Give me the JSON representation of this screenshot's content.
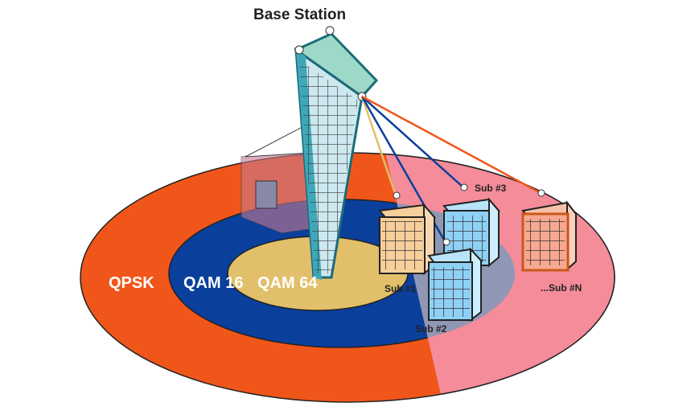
{
  "title": "Base Station",
  "zones": {
    "outer": "QPSK",
    "middle": "QAM 16",
    "inner": "QAM 64"
  },
  "subscribers": [
    "Sub #1",
    "Sub #2",
    "Sub #3",
    "...Sub #N"
  ],
  "colors": {
    "qpsk": "#f0561a",
    "qam16": "#0a3f9c",
    "qam64": "#e2bf6a",
    "pink": "#f48c9a",
    "tower": "#9ed8c8",
    "sub_blue": "#8fd0f5",
    "sub_tan": "#f7cf9a",
    "sub_pink": "#f7a890"
  }
}
